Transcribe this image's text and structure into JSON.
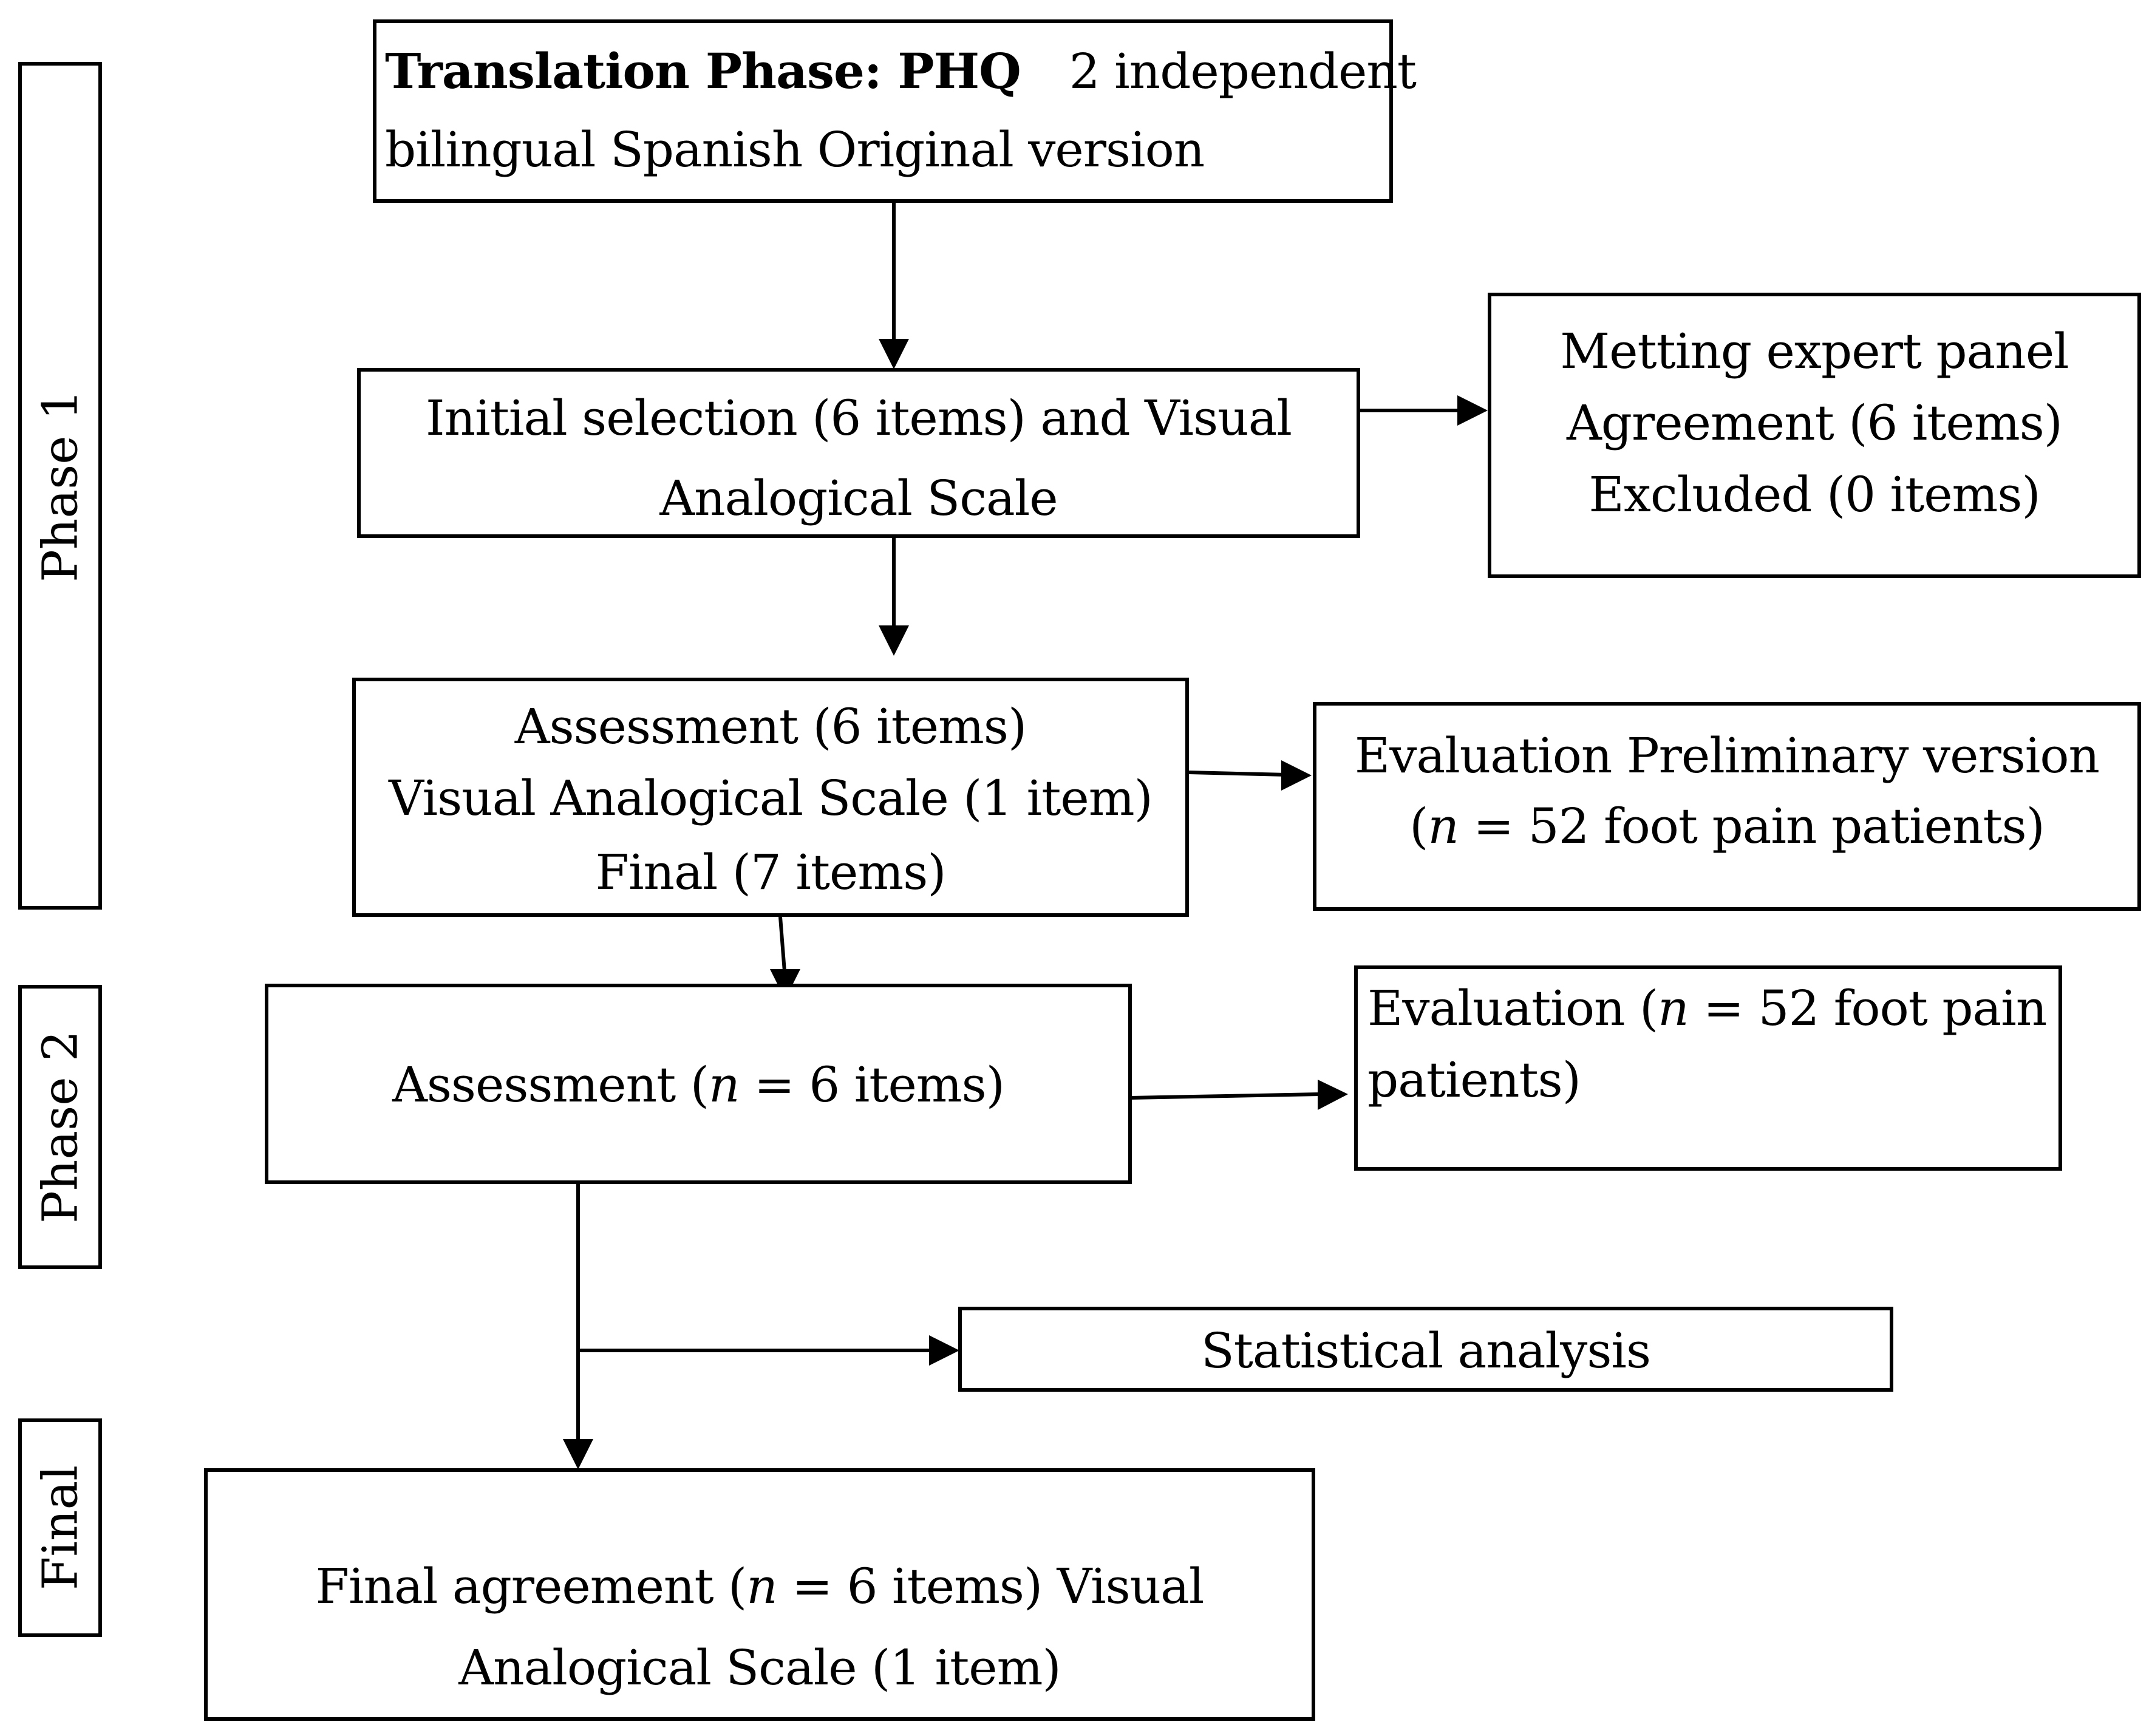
{
  "phases": {
    "phase1": "Phase 1",
    "phase2": "Phase 2",
    "final": "Final"
  },
  "boxes": {
    "translation": {
      "title": "Translation Phase: PHQ",
      "line1_rest": "2 independent",
      "line2": "bilingual Spanish Original version"
    },
    "initial_selection": {
      "line1": "Initial selection (6 items) and Visual",
      "line2": "Analogical Scale"
    },
    "expert_panel": {
      "line1": "Metting expert panel",
      "line2": "Agreement (6 items)",
      "line3": "Excluded (0 items)"
    },
    "assessment1": {
      "line1": "Assessment (6 items)",
      "line2": "Visual Analogical Scale (1 item)",
      "line3": "Final (7 items)"
    },
    "evaluation_preliminary": {
      "line1": "Evaluation Preliminary version",
      "line2_open": "(",
      "n": "n",
      "line2_rest": " = 52 foot pain patients)"
    },
    "assessment2": {
      "prefix": "Assessment (",
      "n": "n",
      "suffix": " = 6 items)"
    },
    "evaluation2": {
      "line1_prefix": "Evaluation (",
      "n": "n",
      "line1_suffix": " = 52 foot pain",
      "line2": "patients)"
    },
    "statistical": {
      "label": "Statistical analysis"
    },
    "final_agreement": {
      "line1_prefix": "Final agreement (",
      "n": "n",
      "line1_suffix": " = 6 items) Visual",
      "line2": "Analogical Scale (1 item)"
    }
  }
}
